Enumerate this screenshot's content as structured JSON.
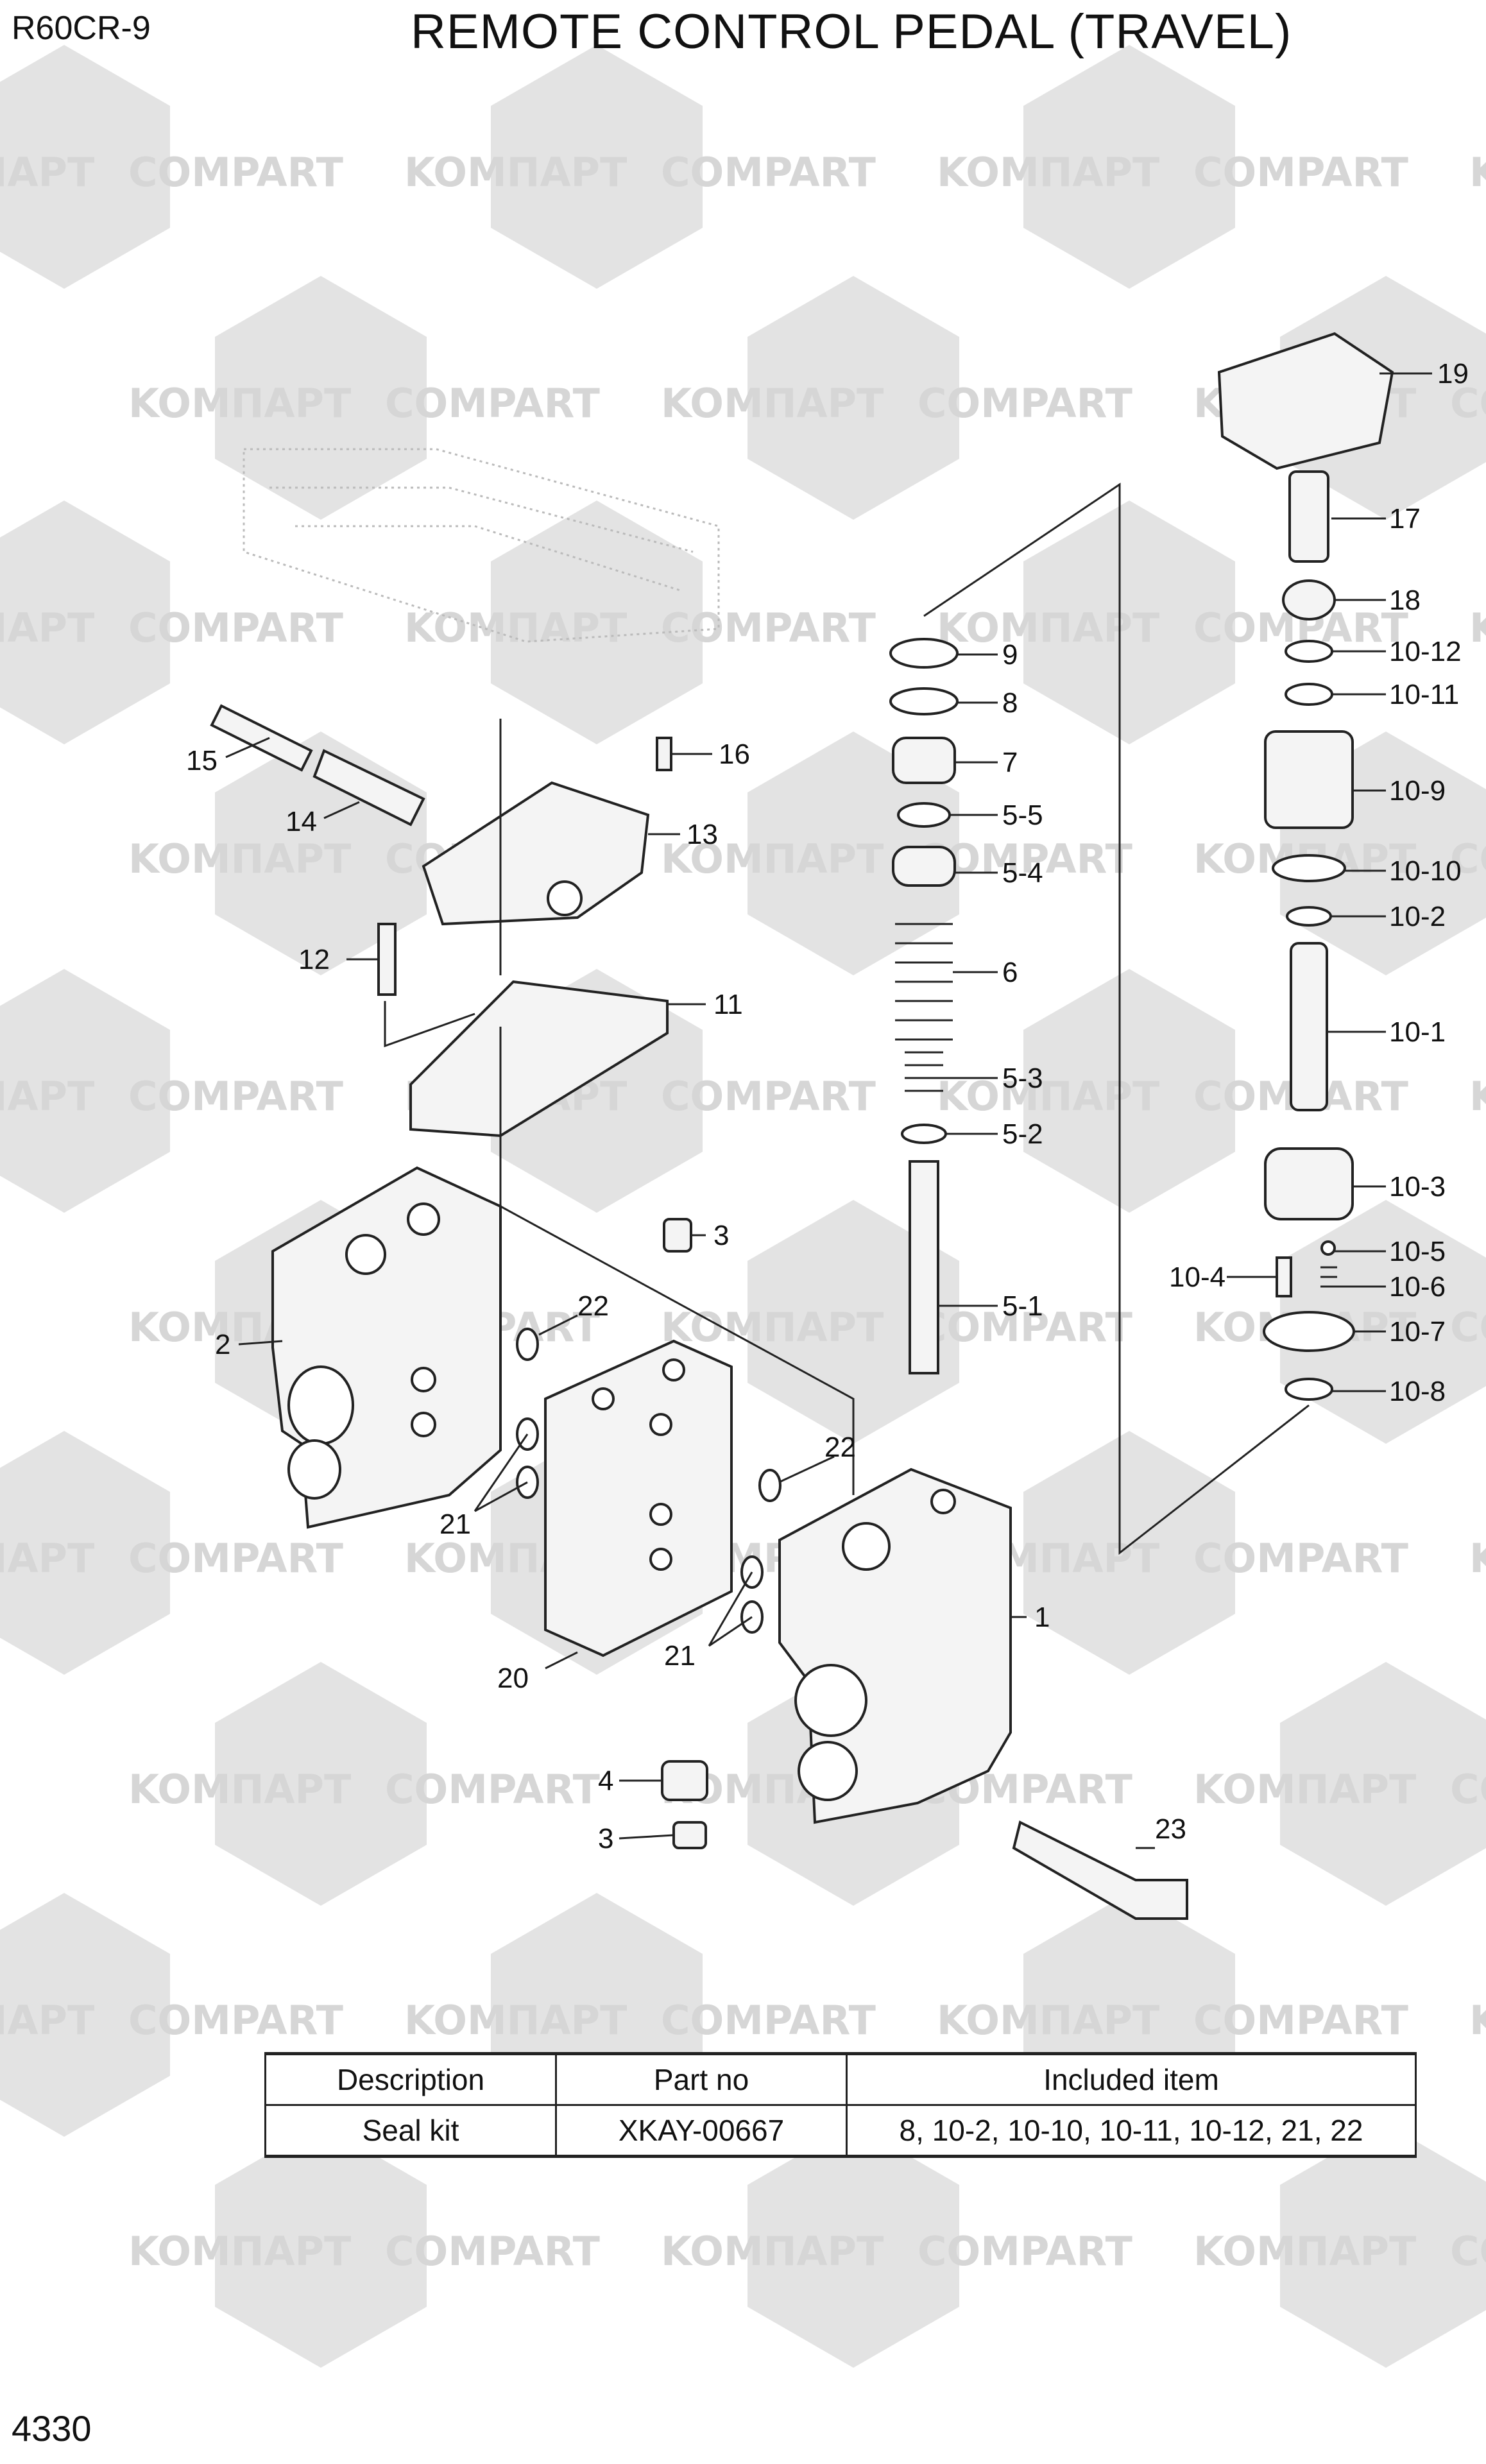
{
  "header": {
    "model": "R60CR-9",
    "title": "REMOTE CONTROL PEDAL (TRAVEL)"
  },
  "page_number": "4330",
  "watermark": {
    "left_text": "KOMПАРТ",
    "right_text": "COMPART"
  },
  "callouts": [
    {
      "id": "c19",
      "label": "19"
    },
    {
      "id": "c17",
      "label": "17"
    },
    {
      "id": "c18",
      "label": "18"
    },
    {
      "id": "c10_12",
      "label": "10-12"
    },
    {
      "id": "c10_11",
      "label": "10-11"
    },
    {
      "id": "c10_9",
      "label": "10-9"
    },
    {
      "id": "c10_10",
      "label": "10-10"
    },
    {
      "id": "c10_2",
      "label": "10-2"
    },
    {
      "id": "c10_1",
      "label": "10-1"
    },
    {
      "id": "c10_3",
      "label": "10-3"
    },
    {
      "id": "c10_5",
      "label": "10-5"
    },
    {
      "id": "c10_4",
      "label": "10-4"
    },
    {
      "id": "c10_6",
      "label": "10-6"
    },
    {
      "id": "c10_7",
      "label": "10-7"
    },
    {
      "id": "c10_8",
      "label": "10-8"
    },
    {
      "id": "c9",
      "label": "9"
    },
    {
      "id": "c8",
      "label": "8"
    },
    {
      "id": "c7",
      "label": "7"
    },
    {
      "id": "c5_5",
      "label": "5-5"
    },
    {
      "id": "c5_4",
      "label": "5-4"
    },
    {
      "id": "c6",
      "label": "6"
    },
    {
      "id": "c5_3",
      "label": "5-3"
    },
    {
      "id": "c5_2",
      "label": "5-2"
    },
    {
      "id": "c5_1",
      "label": "5-1"
    },
    {
      "id": "c15",
      "label": "15"
    },
    {
      "id": "c16",
      "label": "16"
    },
    {
      "id": "c14",
      "label": "14"
    },
    {
      "id": "c13",
      "label": "13"
    },
    {
      "id": "c12",
      "label": "12"
    },
    {
      "id": "c11",
      "label": "11"
    },
    {
      "id": "c3a",
      "label": "3"
    },
    {
      "id": "c22a",
      "label": "22"
    },
    {
      "id": "c2",
      "label": "2"
    },
    {
      "id": "c21a",
      "label": "21"
    },
    {
      "id": "c22b",
      "label": "22"
    },
    {
      "id": "c1",
      "label": "1"
    },
    {
      "id": "c21b",
      "label": "21"
    },
    {
      "id": "c20",
      "label": "20"
    },
    {
      "id": "c4",
      "label": "4"
    },
    {
      "id": "c3b",
      "label": "3"
    },
    {
      "id": "c23",
      "label": "23"
    }
  ],
  "kit_table": {
    "headers": [
      "Description",
      "Part no",
      "Included item"
    ],
    "rows": [
      [
        "Seal kit",
        "XKAY-00667",
        "8, 10-2, 10-10, 10-11, 10-12, 21, 22"
      ]
    ]
  }
}
